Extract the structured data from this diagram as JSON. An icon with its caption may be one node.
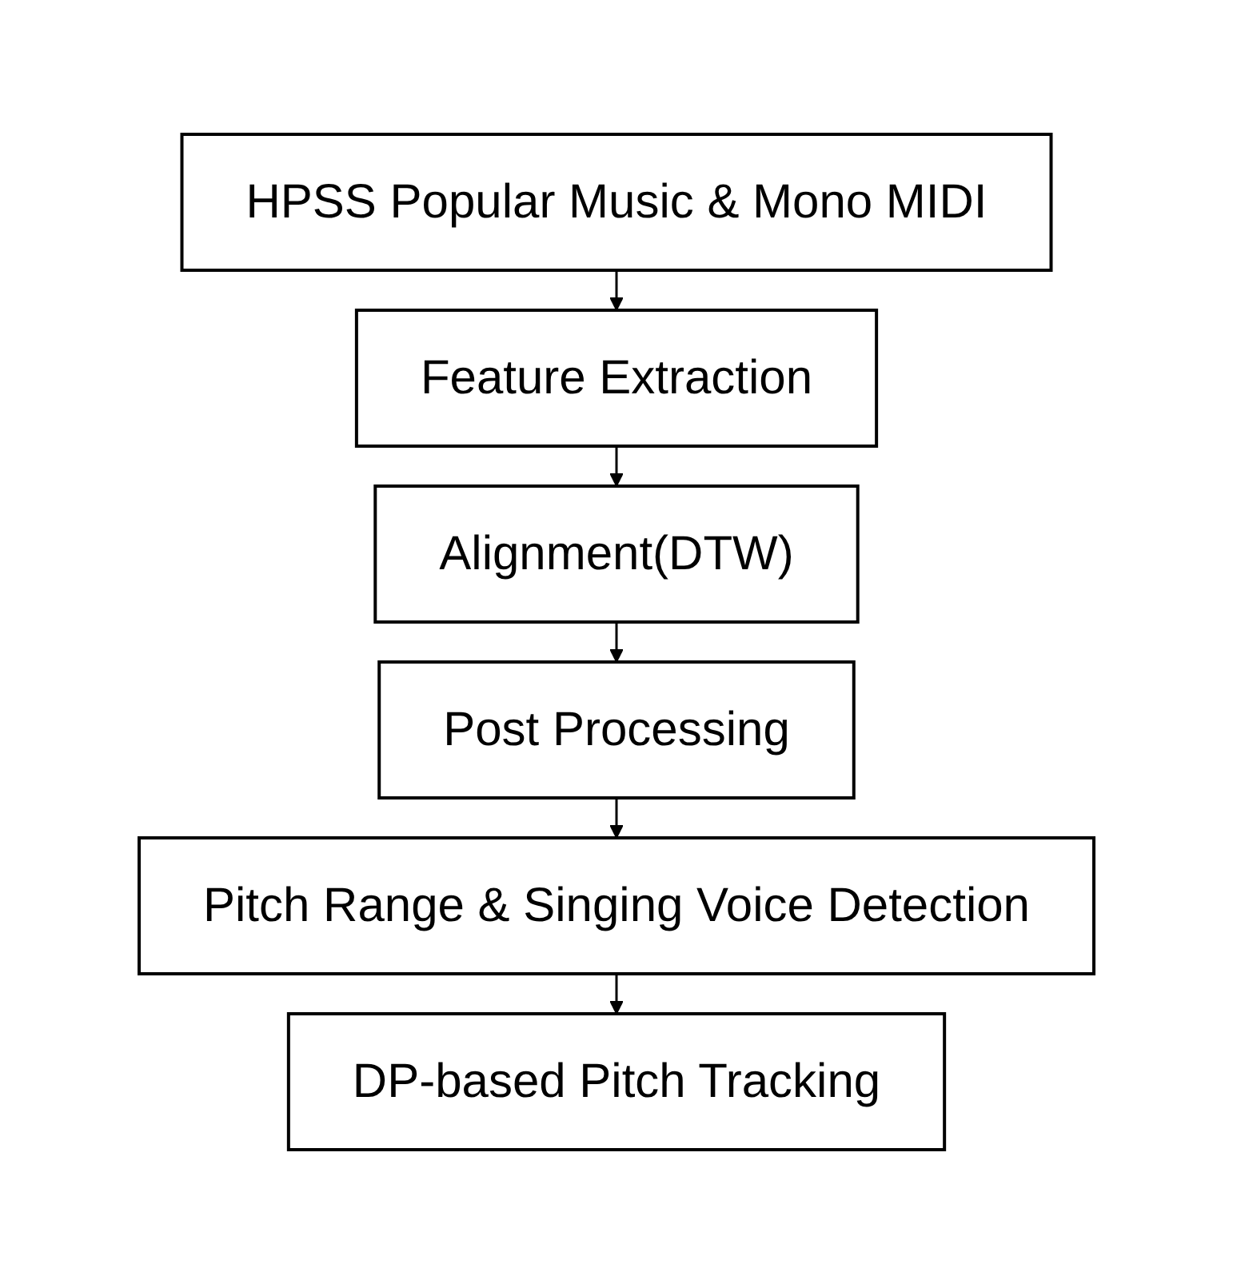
{
  "diagram": {
    "nodes": [
      {
        "text": [
          "HPSS Popular Music & Mono MIDI"
        ]
      },
      {
        "text": [
          "Feature Extraction"
        ]
      },
      {
        "text": [
          "Alignment(DTW)"
        ]
      },
      {
        "text": [
          "Post Processing"
        ]
      },
      {
        "text": [
          "Pitch Range & Singing Voice Detection"
        ]
      },
      {
        "text": [
          "DP-based Pitch Tracking"
        ]
      }
    ],
    "edges": [
      {
        "from": 0,
        "to": 1,
        "arrow": "to"
      },
      {
        "from": 1,
        "to": 2,
        "arrow": "to"
      },
      {
        "from": 2,
        "to": 3,
        "arrow": "to"
      },
      {
        "from": 3,
        "to": 4,
        "arrow": "to"
      },
      {
        "from": 4,
        "to": 5,
        "arrow": "to"
      }
    ]
  }
}
